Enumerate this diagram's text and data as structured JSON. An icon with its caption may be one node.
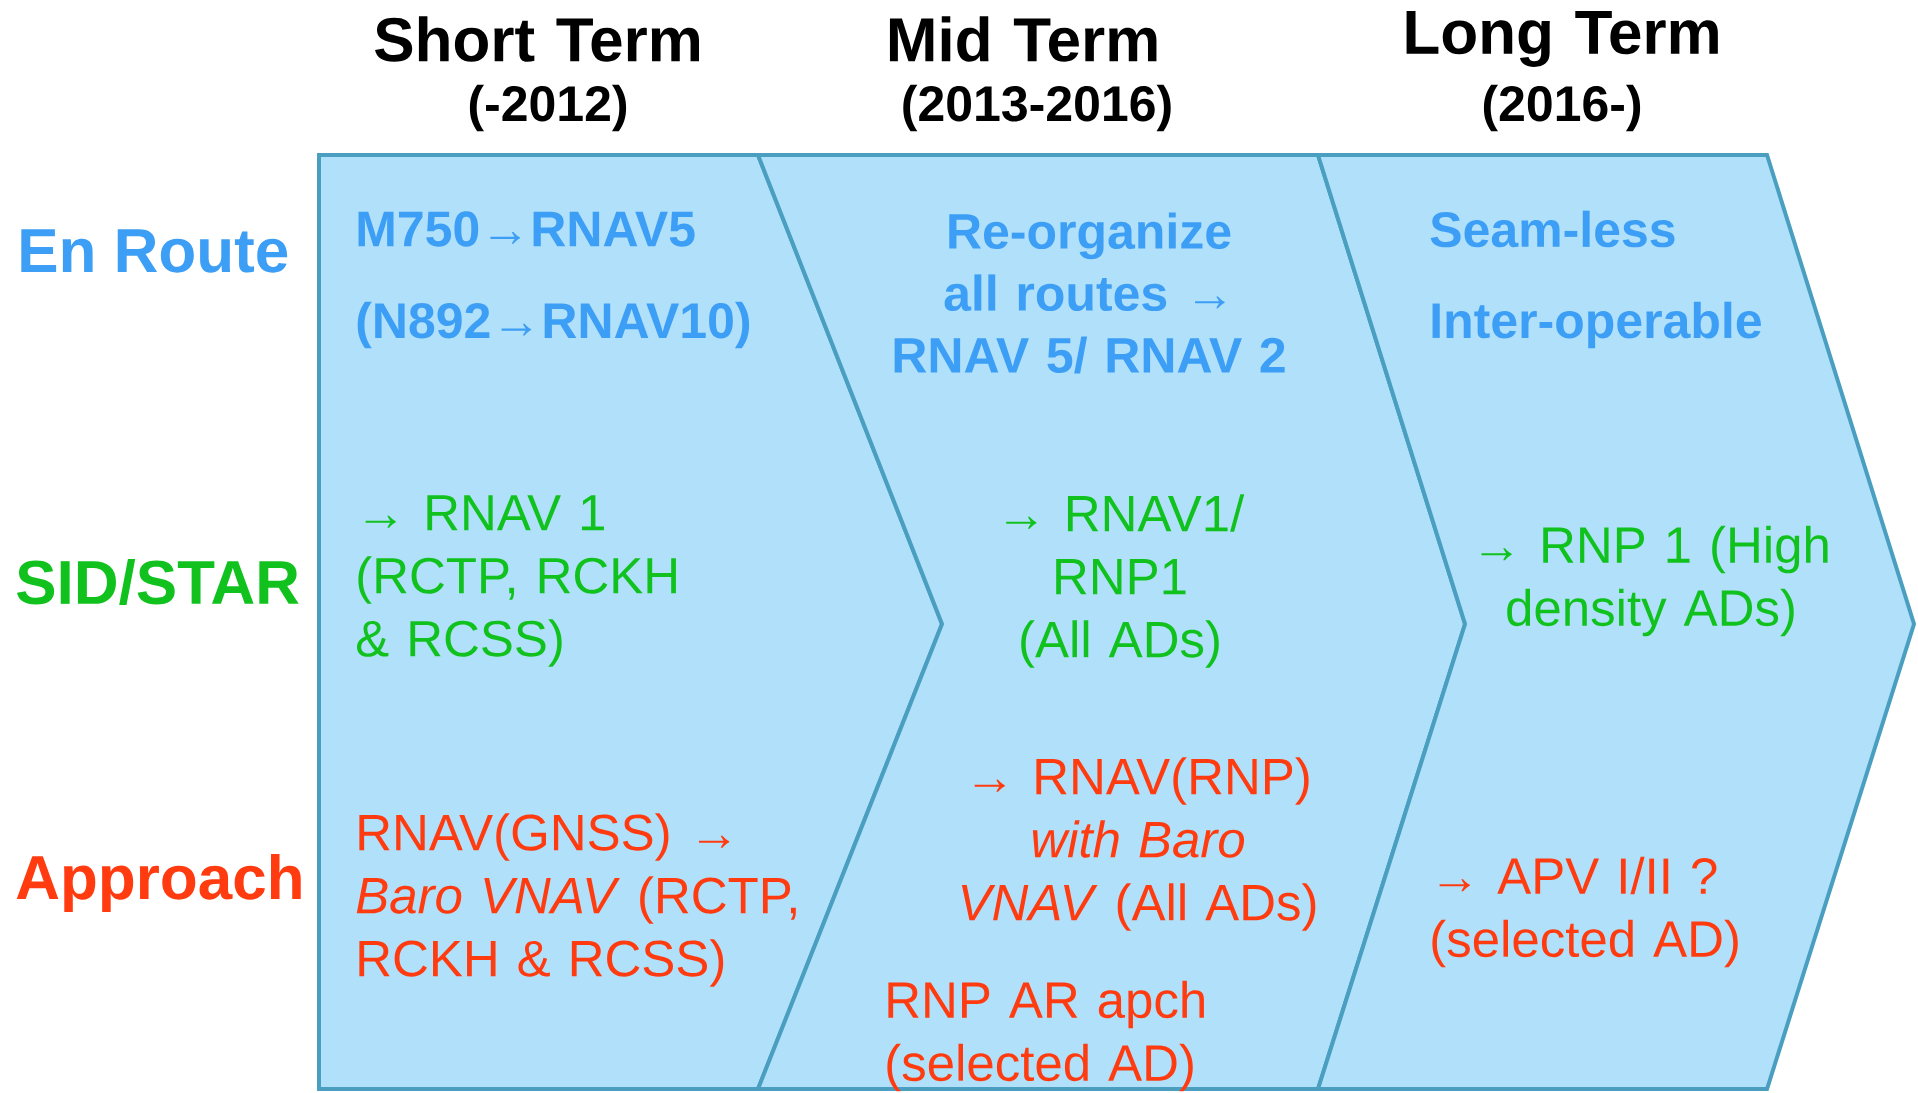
{
  "diagram": {
    "nodes": [
      {
        "text": [
          "Short Term",
          "(-2012)",
          "M750→RNAV5",
          "(N892→RNAV10)",
          "→ RNAV 1 (RCTP, RCKH & RCSS)",
          "RNAV(GNSS) → *Baro VNAV* (RCTP, RCKH & RCSS)"
        ]
      },
      {
        "text": [
          "Mid Term",
          "(2013-2016)",
          "Re-organize all routes → RNAV 5/ RNAV 2",
          "→ RNAV1/ RNP1 (All ADs)",
          "→ RNAV(RNP) *with Baro VNAV* (All ADs)",
          "RNP AR apch (selected AD)"
        ]
      },
      {
        "text": [
          "Long Term",
          "(2016-)",
          "Seam-less",
          "Inter-operable",
          "→ RNP 1 (High density ADs)",
          "→ APV I/II ? (selected AD)"
        ]
      }
    ],
    "labels": [
      "En Route",
      "SID/STAR",
      "Approach"
    ]
  }
}
